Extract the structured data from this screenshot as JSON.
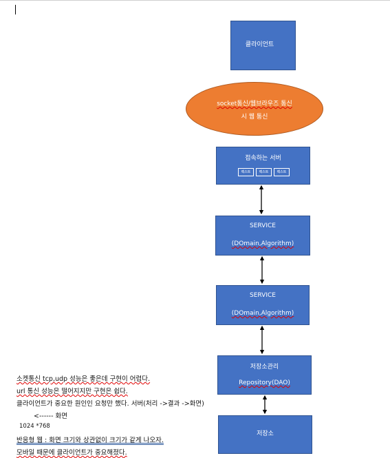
{
  "client_box": {
    "label": "클라이언트"
  },
  "comm_ellipse": {
    "line1": "socket통신/웹브라우즈 통신",
    "line2": "시 웹 통신"
  },
  "server_box": {
    "label": "접속하는 서버",
    "tabs": [
      "렉스트",
      "렉스트",
      "렉스트"
    ]
  },
  "service_box_1": {
    "title": "SERVICE",
    "subtitle": "(DOmain,Algorithm)"
  },
  "service_box_2": {
    "title": "SERVICE",
    "subtitle": "(DOmain,Algorithm)"
  },
  "storage_mgmt_box": {
    "title": "저장소관리",
    "subtitle": "Repository(DAO)"
  },
  "storage_box": {
    "label": "저장소"
  },
  "notes": {
    "line1": "소켓통신 tcp,udp 성능은 좋은데 구현이 어렵다.",
    "line2": "url 통신 성능은 떨어지지만 구현은 쉽다.",
    "line3": "클라이언트가 중요한 원인인 요청만 했다. 서버(처리 ->결과 ->화면)",
    "line4": "<------ 화면",
    "line5": "1024 *768",
    "line6": "반응형 웹 : 화면 크기와 상관없이 크기가 같게 나오자.",
    "line7": "모바일 때문에 클라이언트가 중요해졌다."
  }
}
